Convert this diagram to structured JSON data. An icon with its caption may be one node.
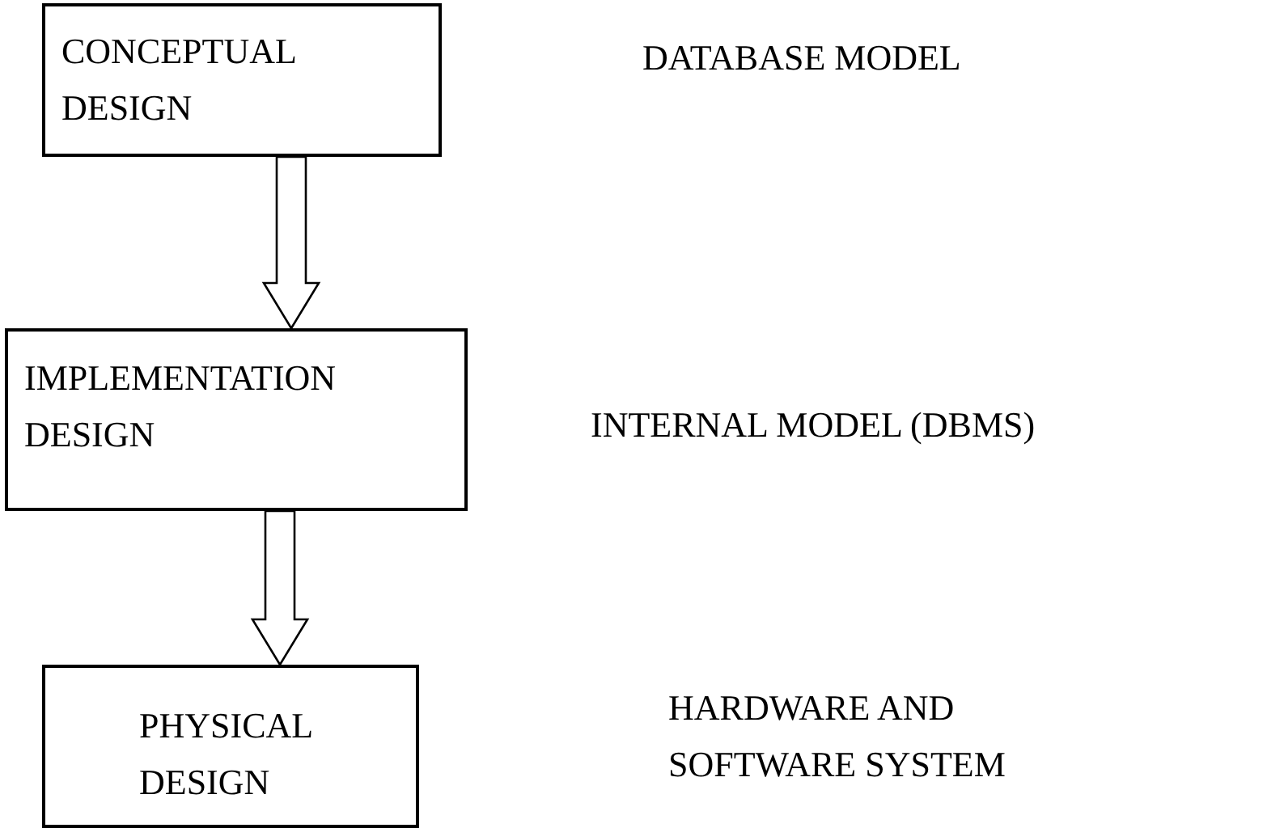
{
  "diagram": {
    "nodes": [
      {
        "text": [
          "CONCEPTUAL DESIGN"
        ]
      },
      {
        "text": [
          "IMPLEMENTATION DESIGN"
        ]
      },
      {
        "text": [
          "PHYSICAL DESIGN"
        ]
      }
    ],
    "edges": [
      {
        "from": 0,
        "to": 1,
        "arrow": "to"
      },
      {
        "from": 1,
        "to": 2,
        "arrow": "to"
      }
    ],
    "labels": [
      "DATABASE MODEL",
      "INTERNAL MODEL (DBMS)",
      "HARDWARE AND SOFTWARE SYSTEM"
    ]
  }
}
